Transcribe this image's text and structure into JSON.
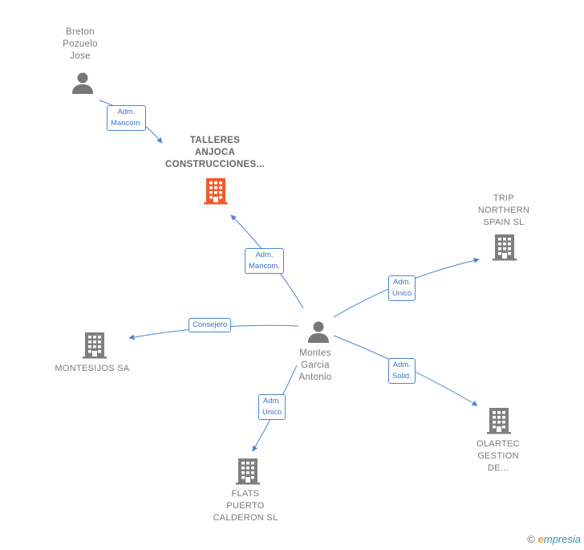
{
  "colors": {
    "edge": "#4a86d4",
    "company": "#7f7f7f",
    "main_company": "#f05a28",
    "person": "#777777"
  },
  "nodes": {
    "breton": {
      "label": "Breton\nPozuelo\nJose",
      "icon": "person-icon"
    },
    "talleres": {
      "label": "TALLERES\nANJOCA\nCONSTRUCCIONES...",
      "icon": "building-icon"
    },
    "trip": {
      "label": "TRIP\nNORTHERN\nSPAIN SL",
      "icon": "building-icon"
    },
    "montesijos": {
      "label": "MONTESIJOS SA",
      "icon": "building-icon"
    },
    "montes": {
      "label": "Montes\nGarcia\nAntonio",
      "icon": "person-icon"
    },
    "olartec": {
      "label": "OLARTEC\nGESTION\nDE...",
      "icon": "building-icon"
    },
    "flats": {
      "label": "FLATS\nPUERTO\nCALDERON SL",
      "icon": "building-icon"
    }
  },
  "edges": {
    "breton_talleres": "Adm.\nMancom.",
    "montes_talleres": "Adm.\nMancom.",
    "montes_trip": "Adm.\nUnico",
    "montes_montesijos": "Consejero",
    "montes_olartec": "Adm.\nSolid.",
    "montes_flats": "Adm.\nUnico"
  },
  "brand": {
    "copyright": "©",
    "e": "e",
    "rest": "mpresia"
  }
}
